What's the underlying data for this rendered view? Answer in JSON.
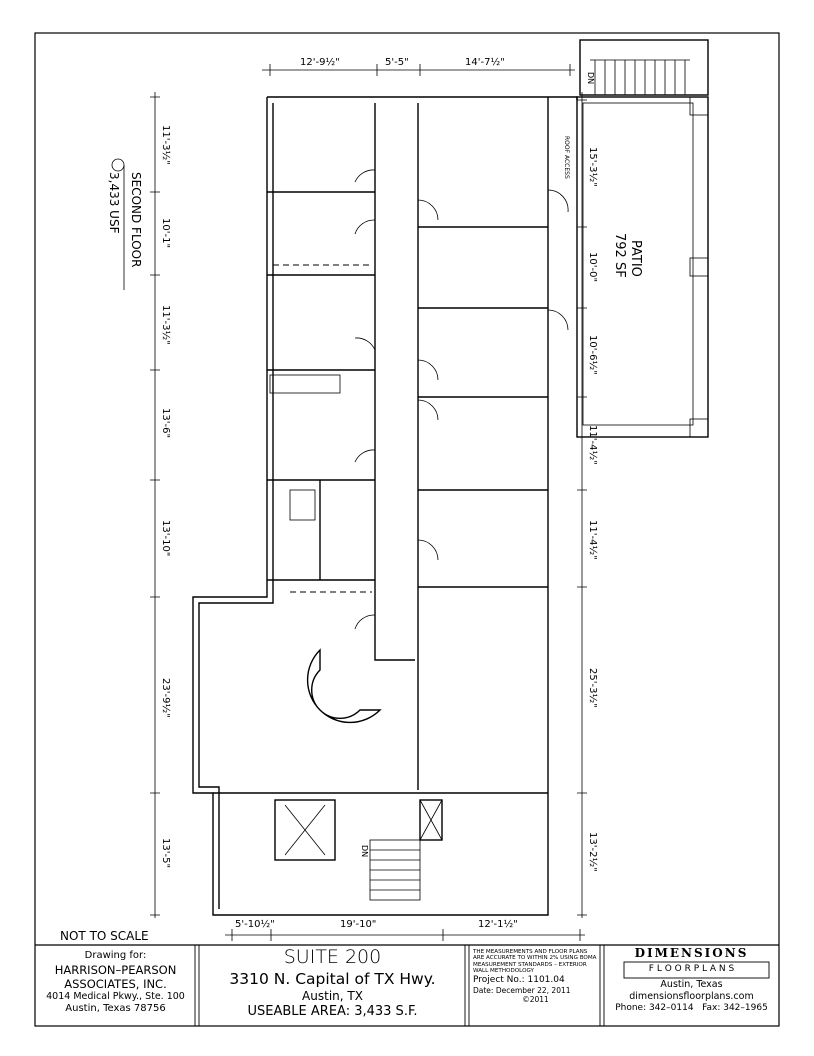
{
  "floor": {
    "label": "SECOND FLOOR",
    "area": "3,433 USF"
  },
  "patio": {
    "label": "PATIO",
    "area": "792 SF"
  },
  "annotations": {
    "roof_access": "ROOF ACCESS",
    "down_top": "DN",
    "down_bottom": "DN",
    "scale_note": "NOT TO SCALE"
  },
  "dimensions": {
    "top": [
      "12'-9½\"",
      "5'-5\"",
      "14'-7½\""
    ],
    "left": [
      "11'-3½\"",
      "10'-1\"",
      "11'-3½\"",
      "13'-6\"",
      "13'-10\"",
      "23'-9½\"",
      "13'-5\""
    ],
    "right": [
      "15'-3½\"",
      "10'-0\"",
      "10'-6½\"",
      "11'-4½\"",
      "11'-4½\"",
      "25'-3½\"",
      "13'-2½\""
    ],
    "bottom": [
      "5'-10½\"",
      "19'-10\"",
      "12'-1½\""
    ]
  },
  "title_block": {
    "client": {
      "heading": "Drawing for:",
      "name_line1": "HARRISON–PEARSON",
      "name_line2": "ASSOCIATES, INC.",
      "address1": "4014 Medical Pkwy., Ste. 100",
      "address2": "Austin, Texas 78756"
    },
    "project": {
      "suite": "SUITE 200",
      "address": "3310 N. Capital of TX Hwy.",
      "city": "Austin, TX",
      "area": "USEABLE AREA: 3,433 S.F."
    },
    "notes": {
      "accuracy": "THE MEASUREMENTS AND FLOOR PLANS ARE ACCURATE TO WITHIN 2% USING BOMA MEASUREMENT STANDARDS – EXTERIOR WALL METHODOLOGY",
      "project_no": "Project No.:  1101.04",
      "date": "Date: December 22, 2011",
      "copyright": "©2011"
    },
    "firm": {
      "logo_top": "DIMENSIONS",
      "logo_bottom": "F L O O R P L A N S",
      "city": "Austin, Texas",
      "website": "dimensionsfloorplans.com",
      "phone": "Phone:  342–0114",
      "fax": "Fax:  342–1965"
    }
  }
}
